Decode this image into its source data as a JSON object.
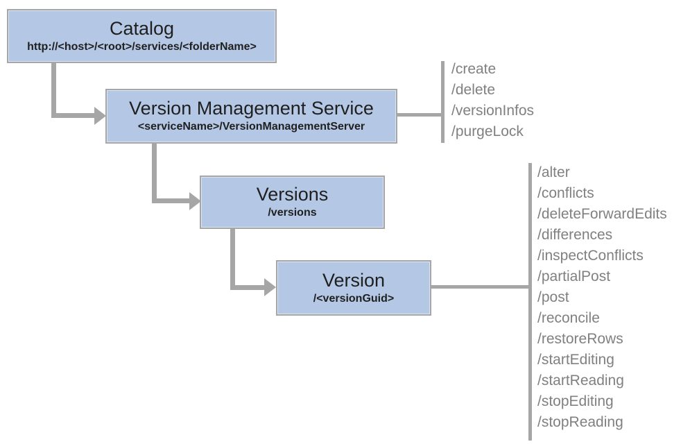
{
  "diagram": {
    "nodes": [
      {
        "id": "catalog",
        "title": "Catalog",
        "subtitle": "http://<host>/<root>/services/<folderName>"
      },
      {
        "id": "version-management-service",
        "title": "Version Management Service",
        "subtitle": "<serviceName>/VersionManagementServer",
        "operations": [
          "/create",
          "/delete",
          "/versionInfos",
          "/purgeLock"
        ]
      },
      {
        "id": "versions",
        "title": "Versions",
        "subtitle": "/versions"
      },
      {
        "id": "version",
        "title": "Version",
        "subtitle": "/<versionGuid>",
        "operations": [
          "/alter",
          "/conflicts",
          "/deleteForwardEdits",
          "/differences",
          "/inspectConflicts",
          "/partialPost",
          "/post",
          "/reconcile",
          "/restoreRows",
          "/startEditing",
          "/startReading",
          "/stopEditing",
          "/stopReading"
        ]
      }
    ],
    "colors": {
      "node_fill": "#b4c7e4",
      "node_border": "#a6a6a6",
      "connector": "#a6a6a6",
      "op_text": "#808080",
      "title_text": "#1f1f1f"
    }
  }
}
